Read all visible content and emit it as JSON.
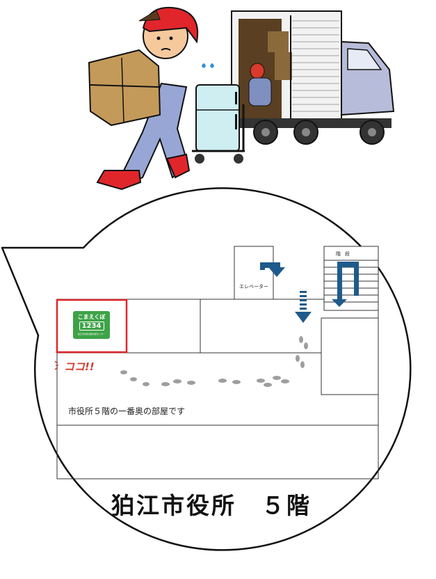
{
  "floor_map": {
    "elevator_label": "エレベーター",
    "stairs_label": "階段",
    "here_label": "ココ!!",
    "description": "市役所５階の一番奥の部屋です",
    "title": "狛江市役所　５階"
  },
  "logo": {
    "line1": "こまえくぼ",
    "number": "1234",
    "line3": "狛江市市民活動支援センター",
    "color": "#3ea347"
  },
  "colors": {
    "arrow": "#1f5a8c",
    "highlight": "#e0262b",
    "footprint": "#9e9e9e"
  }
}
